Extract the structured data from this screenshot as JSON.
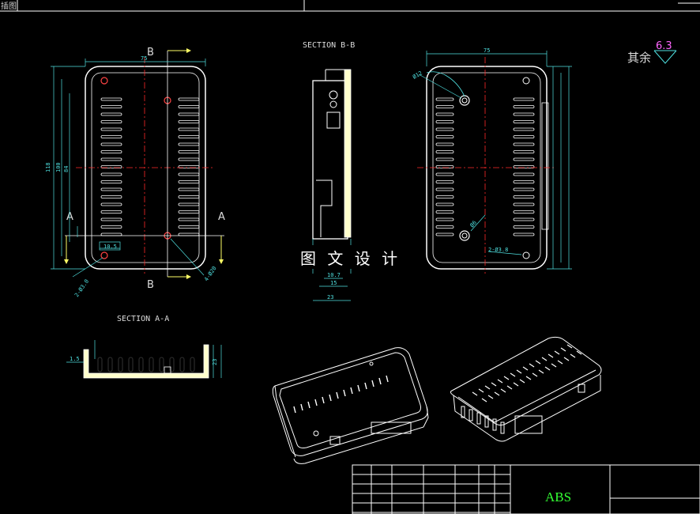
{
  "top_bar": {
    "left_text": "插图"
  },
  "section_bb": "SECTION B-B",
  "section_aa": "SECTION A-A",
  "cut_labels": {
    "b_top": "B",
    "b_bottom": "B",
    "a_left": "A",
    "a_right": "A"
  },
  "stamp": "图 文 设 计",
  "roughness": {
    "prefix": "其余",
    "value": "6.3"
  },
  "material": "ABS",
  "dims": {
    "left_width": "75",
    "left_h1": "118",
    "left_h2": "100",
    "left_h3": "84",
    "left_note": "2-Ø3.0",
    "left_hole": "4-Ø20",
    "left_small": "10.5",
    "mid_d1": "10.7",
    "mid_d2": "15",
    "mid_w": "23",
    "right_width": "75",
    "right_note": "2-Ø3.8",
    "right_d1": "Ø12",
    "right_d2": "Ø6",
    "aa_left": "1.5",
    "aa_right": "23"
  },
  "colors": {
    "outline": "#ffffff",
    "dimension": "#4fe0e0",
    "centerline": "#ff2a2a",
    "leader": "#ffff66",
    "label": "#dddddd",
    "section_fill": "#ffffcc",
    "accent": "#ff66ff",
    "material": "#33ff33",
    "dim_text": "#66ff66"
  }
}
